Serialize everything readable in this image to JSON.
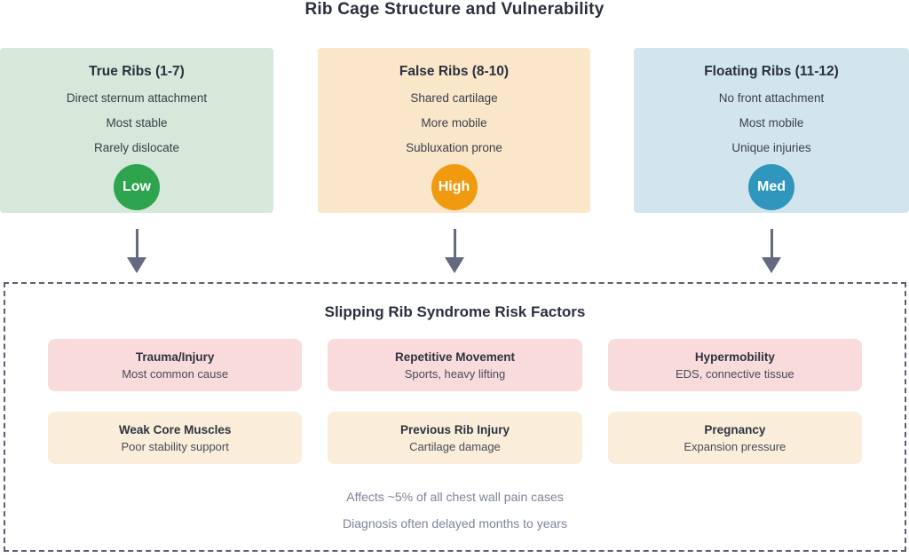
{
  "title": "Rib Cage Structure and Vulnerability",
  "colors": {
    "low_badge": "#2fa44f",
    "high_badge": "#f09a10",
    "med_badge": "#3096be",
    "true_ribs_bg": "#d5e8d9",
    "false_ribs_bg": "#fae7c9",
    "floating_ribs_bg": "#d2e5ed",
    "risk_row1_bg": "#fadbdb",
    "risk_row2_bg": "#faeeda",
    "arrow": "#646b80",
    "dashed_border": "#5a5f73"
  },
  "columns": [
    {
      "title": "True Ribs (1-7)",
      "lines": [
        "Direct sternum attachment",
        "Most stable",
        "Rarely dislocate"
      ],
      "badge": "Low",
      "badge_color": "#2fa44f",
      "bg": "#d5e8d9"
    },
    {
      "title": "False Ribs (8-10)",
      "lines": [
        "Shared cartilage",
        "More mobile",
        "Subluxation prone"
      ],
      "badge": "High",
      "badge_color": "#f09a10",
      "bg": "#fae7c9"
    },
    {
      "title": "Floating Ribs (11-12)",
      "lines": [
        "No front attachment",
        "Most mobile",
        "Unique injuries"
      ],
      "badge": "Med",
      "badge_color": "#3096be",
      "bg": "#d2e5ed"
    }
  ],
  "risk_section": {
    "title": "Slipping Rib Syndrome Risk Factors",
    "factors": [
      {
        "title": "Trauma/Injury",
        "subtitle": "Most common cause",
        "bg": "#fadbdb"
      },
      {
        "title": "Repetitive Movement",
        "subtitle": "Sports, heavy lifting",
        "bg": "#fadbdb"
      },
      {
        "title": "Hypermobility",
        "subtitle": "EDS, connective tissue",
        "bg": "#fadbdb"
      },
      {
        "title": "Weak Core Muscles",
        "subtitle": "Poor stability support",
        "bg": "#faeeda"
      },
      {
        "title": "Previous Rib Injury",
        "subtitle": "Cartilage damage",
        "bg": "#faeeda"
      },
      {
        "title": "Pregnancy",
        "subtitle": "Expansion pressure",
        "bg": "#faeeda"
      }
    ],
    "notes": [
      "Affects ~5% of all chest wall pain cases",
      "Diagnosis often delayed months to years"
    ]
  }
}
